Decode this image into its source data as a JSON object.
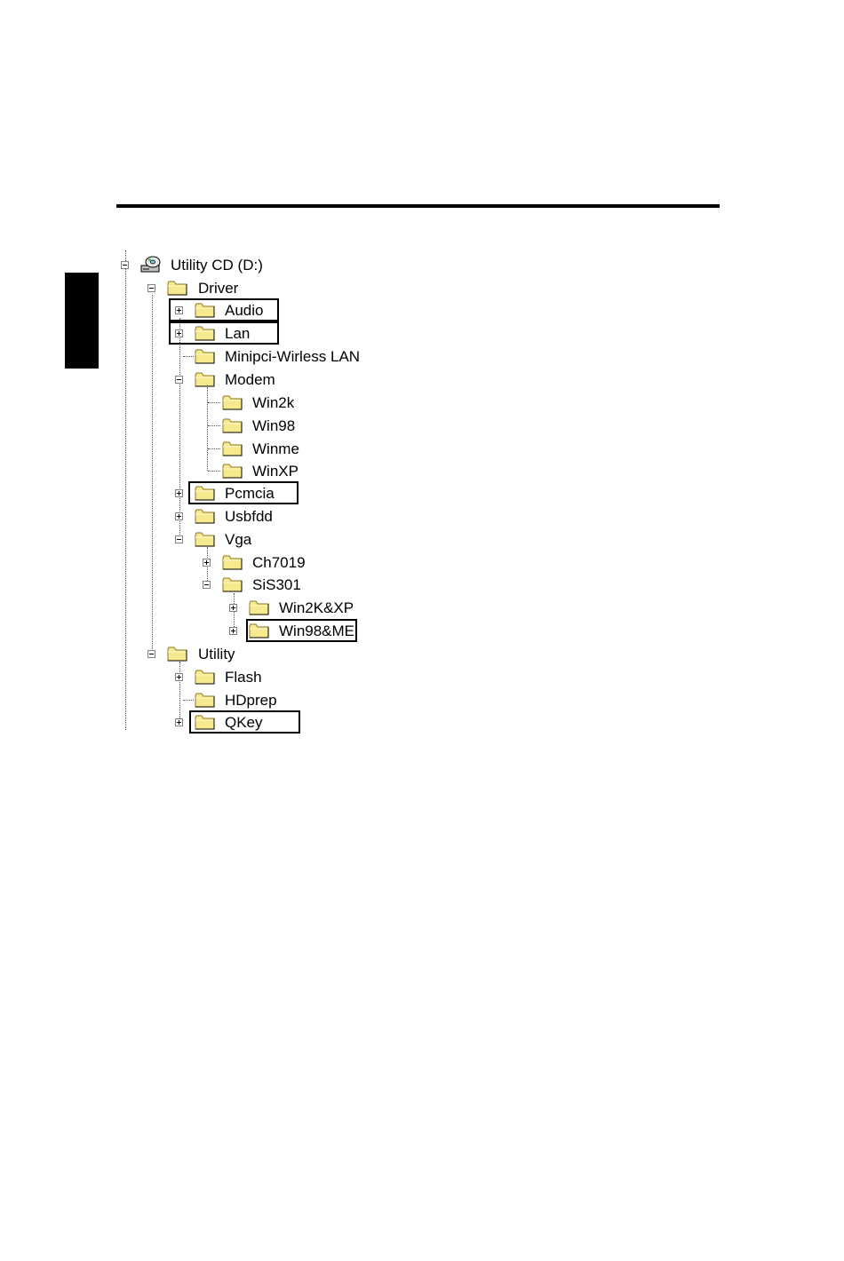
{
  "tree": {
    "root": {
      "label": "Utility CD (D:)",
      "icon": "cd-drive-icon"
    },
    "driver": {
      "label": "Driver",
      "audio": "Audio",
      "lan": "Lan",
      "minipci": "Minipci-Wirless LAN",
      "modem": "Modem",
      "win2k": "Win2k",
      "win98": "Win98",
      "winme": "Winme",
      "winxp": "WinXP",
      "pcmcia": "Pcmcia",
      "usbfdd": "Usbfdd",
      "vga": "Vga",
      "ch7019": "Ch7019",
      "sis301": "SiS301",
      "win2kxp": "Win2K&XP",
      "win98me": "Win98&ME"
    },
    "utility": {
      "label": "Utility",
      "flash": "Flash",
      "hdprep": "HDprep",
      "qkey": "QKey"
    }
  },
  "colors": {
    "folder_fill": "#f7e98e",
    "folder_edge": "#8a7a1e"
  }
}
